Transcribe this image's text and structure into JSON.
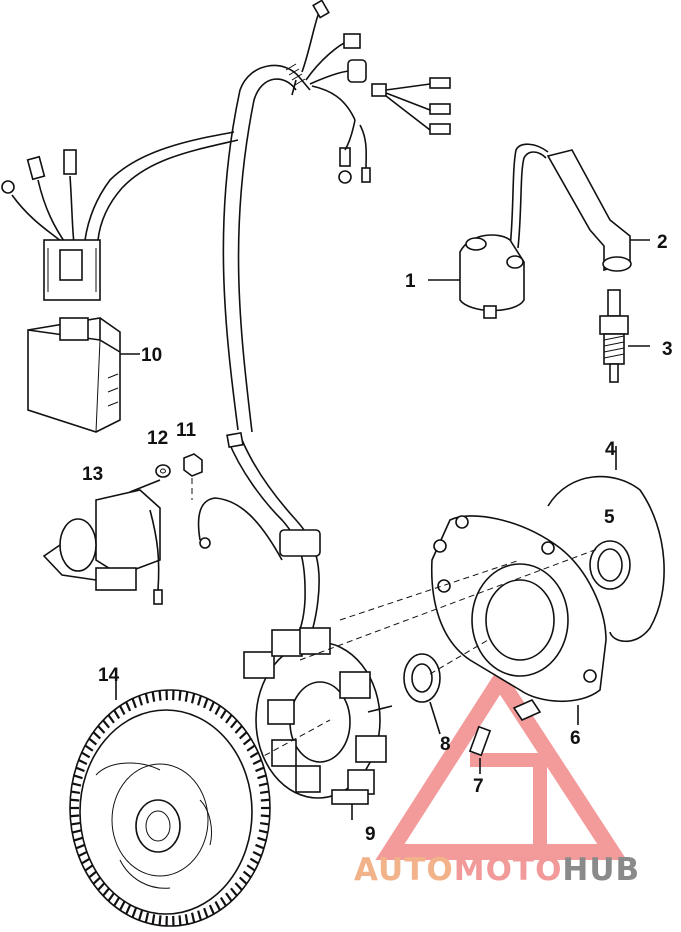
{
  "callouts": {
    "c1": "1",
    "c2": "2",
    "c3": "3",
    "c4": "4",
    "c5": "5",
    "c6": "6",
    "c7": "7",
    "c8": "8",
    "c9": "9",
    "c10": "10",
    "c11": "11",
    "c12": "12",
    "c13": "13",
    "c14": "14"
  },
  "watermark": {
    "part1": "AUTO",
    "part2": "MOTO",
    "part3": "HUB"
  },
  "colors": {
    "line": "#111111",
    "wm_orange": "#f2b28a",
    "wm_pink": "#f29a9a",
    "wm_gray": "#8a8a8a",
    "triangle": "#f07a7a"
  }
}
